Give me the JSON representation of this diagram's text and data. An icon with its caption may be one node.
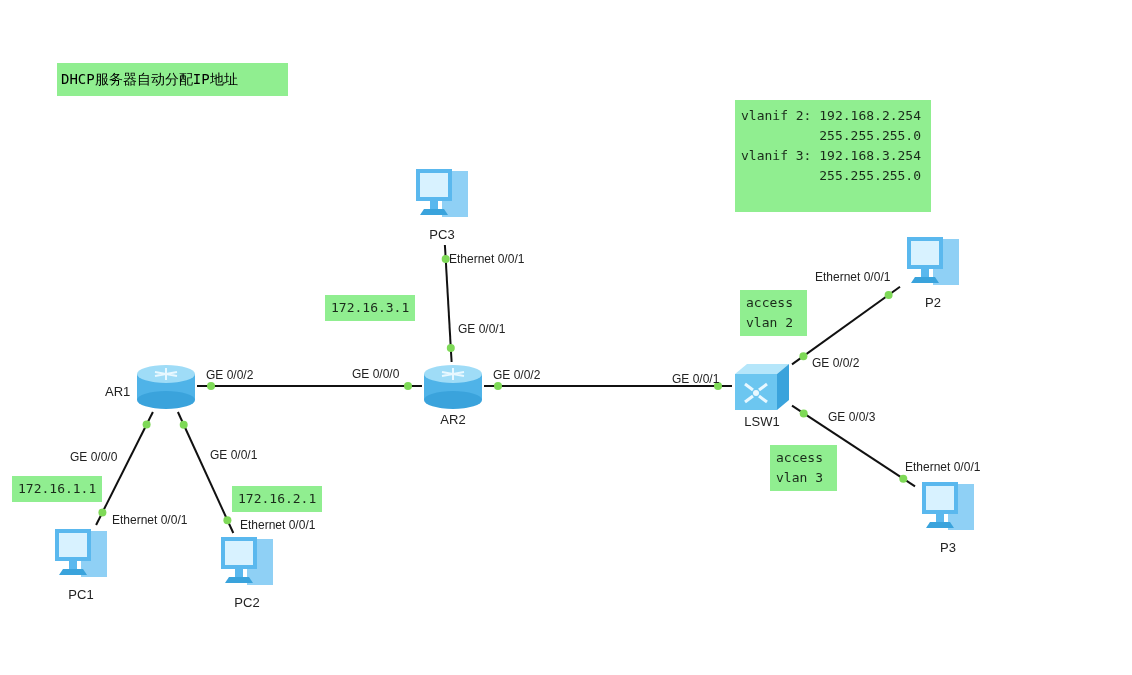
{
  "diagram": {
    "title": "DHCP服务器自动分配IP地址",
    "nodes": [
      {
        "text": [
          "vlanif 2: 192.168.2.254 255.255.255.0",
          "vlanif 3: 192.168.3.254 255.255.255.0"
        ]
      },
      {
        "text": [
          "PC3"
        ]
      },
      {
        "text": [
          "P2"
        ]
      },
      {
        "text": [
          "172.16.3.1"
        ]
      },
      {
        "text": [
          "access vlan 2"
        ]
      },
      {
        "text": [
          "AR1"
        ]
      },
      {
        "text": [
          "AR2"
        ]
      },
      {
        "text": [
          "LSW1"
        ]
      },
      {
        "text": [
          "access vlan 3"
        ]
      },
      {
        "text": [
          "172.16.1.1"
        ]
      },
      {
        "text": [
          "172.16.2.1"
        ]
      },
      {
        "text": [
          "P3"
        ]
      },
      {
        "text": [
          "PC1"
        ]
      },
      {
        "text": [
          "PC2"
        ]
      }
    ],
    "edges": [
      {
        "from": 1,
        "to": 6,
        "arrow": "none"
      },
      {
        "from": 5,
        "to": 6,
        "arrow": "none"
      },
      {
        "from": 6,
        "to": 7,
        "arrow": "none"
      },
      {
        "from": 7,
        "to": 2,
        "arrow": "none"
      },
      {
        "from": 7,
        "to": 11,
        "arrow": "none"
      },
      {
        "from": 5,
        "to": 12,
        "arrow": "none"
      },
      {
        "from": 5,
        "to": 13,
        "arrow": "none"
      }
    ],
    "labels": [
      "Ethernet 0/0/1",
      "Ethernet 0/0/1",
      "GE 0/0/1",
      "GE 0/0/2",
      "GE 0/0/2",
      "GE 0/0/0",
      "GE 0/0/2",
      "GE 0/0/1",
      "GE 0/0/3",
      "GE 0/0/0",
      "GE 0/0/1",
      "Ethernet 0/0/1",
      "Ethernet 0/0/1",
      "Ethernet 0/0/1"
    ]
  }
}
